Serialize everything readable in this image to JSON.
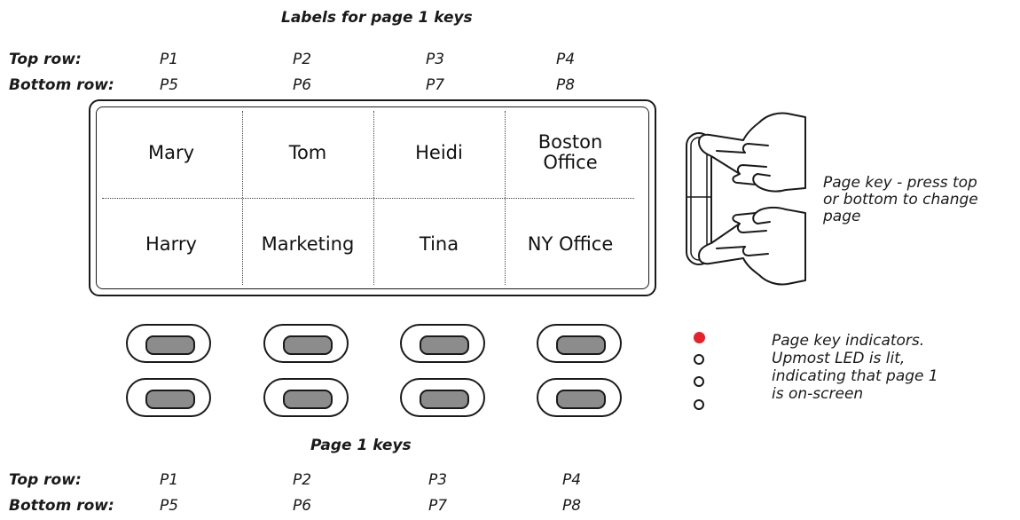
{
  "top_labels": {
    "heading": "Labels for page 1 keys",
    "top_row_label": "Top row:",
    "bottom_row_label": "Bottom row:",
    "top_row_keys": [
      "P1",
      "P2",
      "P3",
      "P4"
    ],
    "bottom_row_keys": [
      "P5",
      "P6",
      "P7",
      "P8"
    ]
  },
  "display": {
    "top_row": [
      "Mary",
      "Tom",
      "Heidi",
      "Boston\nOffice"
    ],
    "bottom_row": [
      "Harry",
      "Marketing",
      "Tina",
      "NY Office"
    ]
  },
  "page_key": {
    "description": "Page key - press top\nor bottom to change\npage"
  },
  "indicators": {
    "description": "Page key indicators.\nUpmost LED is lit,\nindicating that page 1\nis on-screen",
    "led_states": [
      "lit",
      "off",
      "off",
      "off"
    ],
    "lit_color": "#e8202a"
  },
  "bottom_labels": {
    "heading": "Page 1 keys",
    "top_row_label": "Top row:",
    "bottom_row_label": "Bottom row:",
    "top_row_keys": [
      "P1",
      "P2",
      "P3",
      "P4"
    ],
    "bottom_row_keys": [
      "P5",
      "P6",
      "P7",
      "P8"
    ]
  }
}
